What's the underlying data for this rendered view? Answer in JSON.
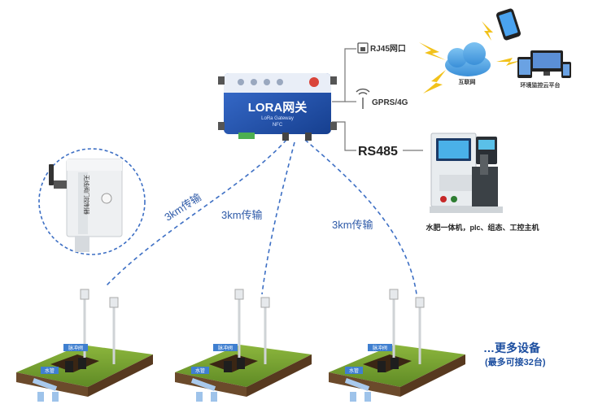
{
  "gateway": {
    "title": "LORA网关",
    "subtitle": "LoRa Gateway",
    "nfc": "NFC"
  },
  "connections": {
    "rj45": "RJ45网口",
    "gprs": "GPRS/4G",
    "rs485": "RS485",
    "internet": "互联网",
    "platform": "环境监控云平台"
  },
  "controller": {
    "caption": "水肥一体机，plc、组态、工控主机"
  },
  "links": [
    {
      "distance": "3km传输"
    },
    {
      "distance": "3km传输"
    },
    {
      "distance": "3km传输"
    }
  ],
  "valve_device": {
    "label": "无线阀门控制器"
  },
  "field_units": [
    {
      "pulse_valve": "脉冲阀",
      "water_pipe": "水管"
    },
    {
      "pulse_valve": "脉冲阀",
      "water_pipe": "水管"
    },
    {
      "pulse_valve": "脉冲阀",
      "water_pipe": "水管"
    }
  ],
  "more_devices": {
    "title": "…更多设备",
    "subtitle": "(最多可接32台)"
  },
  "colors": {
    "link_line": "#3d6fc4",
    "gateway_body": "#1f4fa8",
    "title_blue": "#1d4fa0",
    "lightning": "#f2c21b",
    "soil": "#6b4a2b",
    "grass": "#6f9a2e"
  }
}
